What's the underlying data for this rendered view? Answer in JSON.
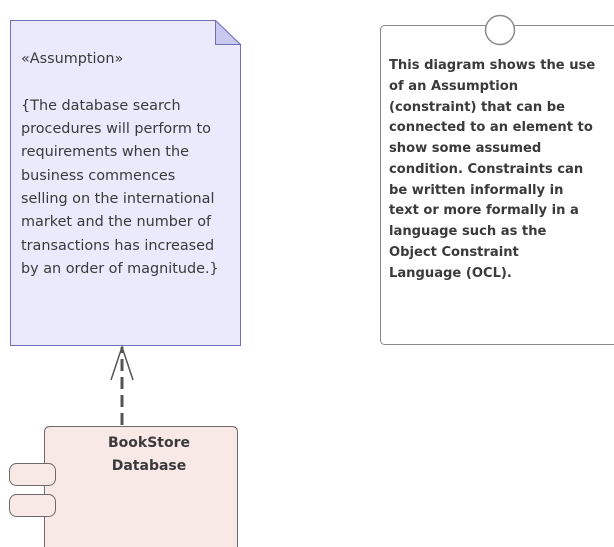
{
  "constraint": {
    "stereotype": "«Assumption»",
    "body": "{The database search\nprocedures will perform to\nrequirements when the\nbusiness commences\nselling on the international\nmarket and the number of\ntransactions has increased\nby an order of magnitude.}"
  },
  "component": {
    "name": "BookStore\nDatabase"
  },
  "note": {
    "text": "This diagram shows the use\nof an Assumption\n(constraint) that can be\nconnected to an element to\nshow some assumed\ncondition. Constraints can\nbe written informally in\ntext or more formally in a\nlanguage such as the\nObject Constraint\nLanguage (OCL)."
  },
  "colors": {
    "constraint_fill": "#eaeafc",
    "constraint_border": "#7070b8",
    "component_fill": "#f8e8e6",
    "component_border": "#6a6a6a",
    "note_border": "#8a8a8a",
    "connector": "#555555"
  }
}
